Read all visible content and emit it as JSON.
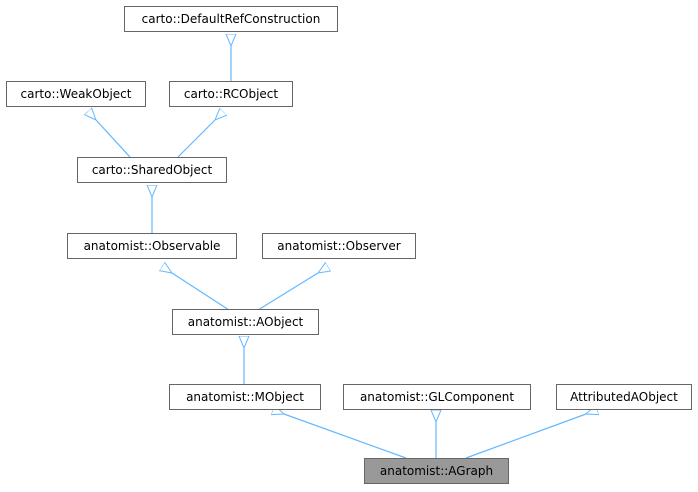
{
  "diagram": {
    "nodes": {
      "default_ref_construction": "carto::DefaultRefConstruction",
      "weak_object": "carto::WeakObject",
      "rc_object": "carto::RCObject",
      "shared_object": "carto::SharedObject",
      "observable": "anatomist::Observable",
      "observer": "anatomist::Observer",
      "aobject": "anatomist::AObject",
      "mobject": "anatomist::MObject",
      "gl_component": "anatomist::GLComponent",
      "attributed_aobject": "AttributedAObject",
      "agraph": "anatomist::AGraph"
    },
    "colors": {
      "edge": "#63b8ff",
      "node_border": "#666666",
      "current_node_fill": "#999999"
    }
  }
}
